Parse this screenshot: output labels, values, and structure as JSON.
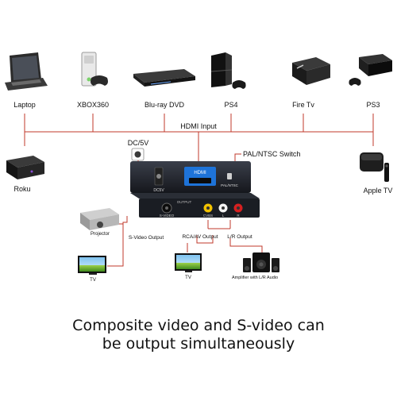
{
  "sources": [
    {
      "label": "Laptop",
      "icon": "laptop-icon"
    },
    {
      "label": "XBOX360",
      "icon": "xbox360-icon"
    },
    {
      "label": "Blu-ray DVD",
      "icon": "bluray-player-icon"
    },
    {
      "label": "PS4",
      "icon": "ps4-icon"
    },
    {
      "label": "Fire Tv",
      "icon": "fire-tv-icon"
    },
    {
      "label": "PS3",
      "icon": "ps3-icon"
    }
  ],
  "side_sources": {
    "left": {
      "label": "Roku",
      "icon": "roku-icon"
    },
    "right": {
      "label": "Apple TV",
      "icon": "apple-tv-icon"
    }
  },
  "hdmi_input_label": "HDMI Input",
  "power_label": "DC/5V",
  "switch_label": "PAL/NTSC Switch",
  "device": {
    "hdmi_port_label": "HDMI",
    "dc_label": "DC5V",
    "switch_port_label": "PAL/NTSC",
    "front_title": "OUTPUT",
    "svideo_port_label": "S-VIDEO",
    "cvbs_label": "CVBS",
    "l_label": "L",
    "r_label": "R"
  },
  "outputs": {
    "projector_label": "Projector",
    "svideo_tv_label": "TV",
    "svideo_output_label": "S-Video Output",
    "rca_output_label": "RCA/AV Output",
    "lr_output_label": "L/R  Output",
    "rca_tv_label": "TV",
    "amplifier_label": "Amplifier with L/R Audio"
  },
  "caption": {
    "line1": "Composite video and S-video can",
    "line2": "be output simultaneously"
  },
  "colors": {
    "line": "#c0392b",
    "device_body": "#1c1f26",
    "hdmi_port": "#1e73d8",
    "rca_yellow": "#f2c200",
    "rca_white": "#f4f4f4",
    "rca_red": "#d62020"
  }
}
